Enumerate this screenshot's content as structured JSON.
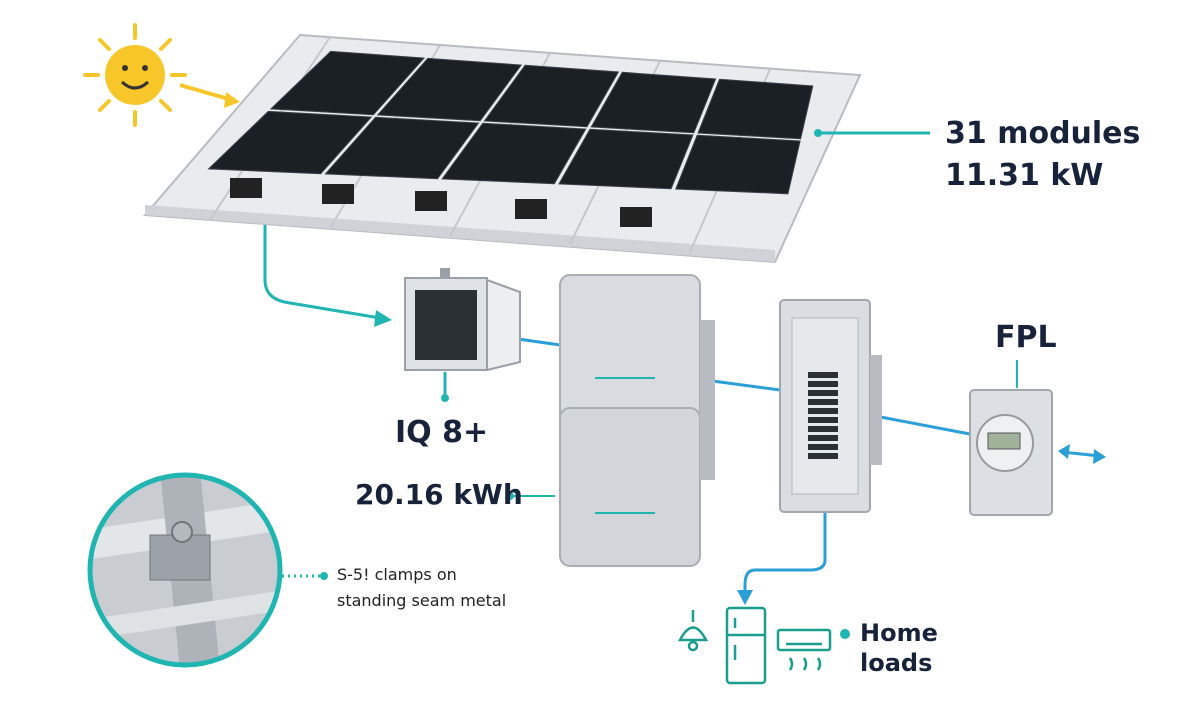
{
  "labels": {
    "modules": "31 modules",
    "power": "11.31 kW",
    "microinverter": "IQ 8+",
    "battery": "20.16 kWh",
    "utility": "FPL",
    "clamps_line1": "S-5! clamps on",
    "clamps_line2": "standing seam metal",
    "loads_line1": "Home",
    "loads_line2": "loads"
  },
  "colors": {
    "accent_teal": "#1fb5b0",
    "flow_blue": "#2a9fd8",
    "text_navy": "#17223b",
    "sun": "#f7c72a",
    "panel": "#1b1f26"
  }
}
